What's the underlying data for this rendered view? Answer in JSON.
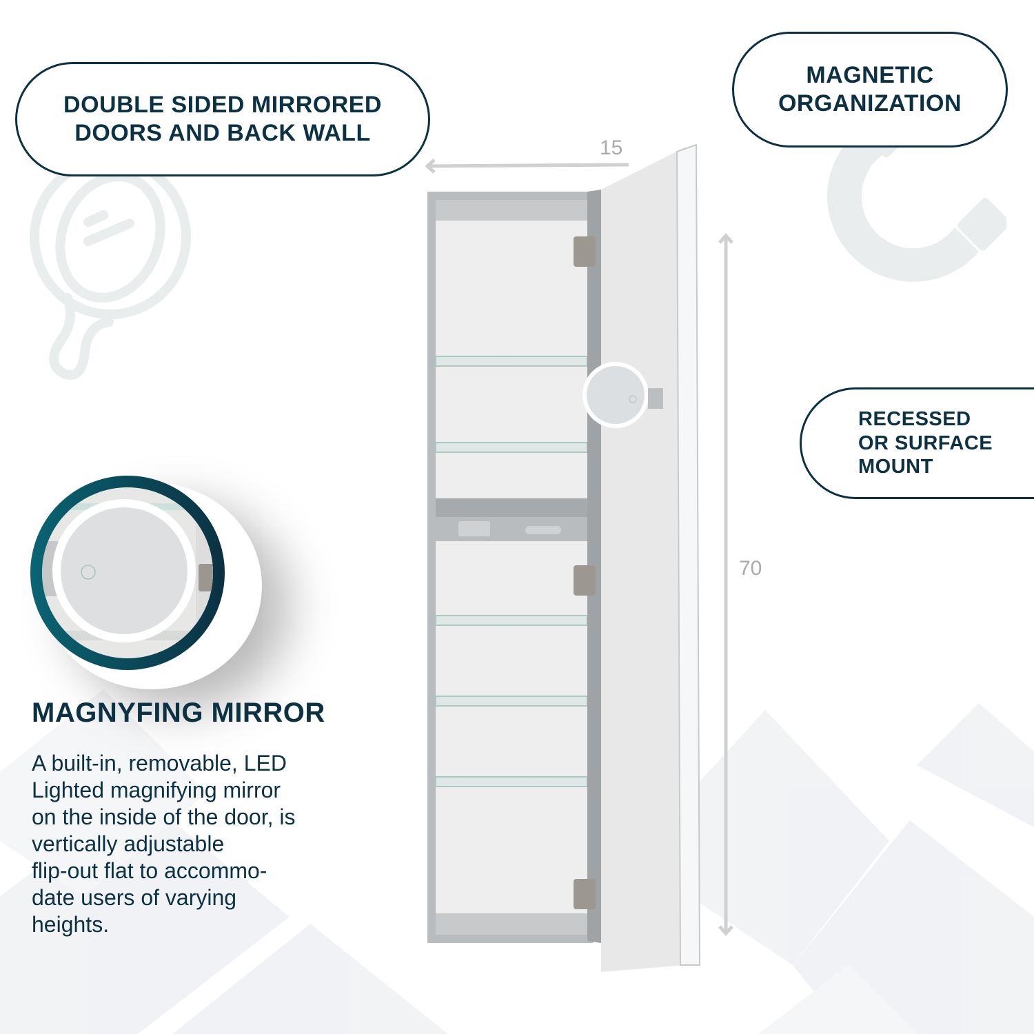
{
  "callouts": {
    "doors": {
      "lines": [
        "DOUBLE SIDED MIRRORED",
        "DOORS AND BACK WALL"
      ],
      "icon": "hand-mirror-icon"
    },
    "magnetic": {
      "lines": [
        "MAGNETIC",
        "ORGANIZATION"
      ],
      "icon": "magnet-icon"
    },
    "mount": {
      "lines": [
        "RECESSED",
        "OR SURFACE",
        "MOUNT"
      ]
    }
  },
  "dimensions": {
    "width": "15",
    "height": "70"
  },
  "feature": {
    "title": "MAGNYFING MIRROR",
    "body_lines": [
      "A built-in, removable, LED",
      "Lighted magnifying mirror",
      "on the inside of the door, is",
      "vertically adjustable",
      "flip-out flat to accommo-",
      "date users of varying",
      "heights."
    ]
  },
  "colors": {
    "brand_navy": "#0b3142",
    "teal_ring": "#0a6472",
    "dimension_gray": "#aaaaaa",
    "icon_gray": "#e9edee"
  }
}
